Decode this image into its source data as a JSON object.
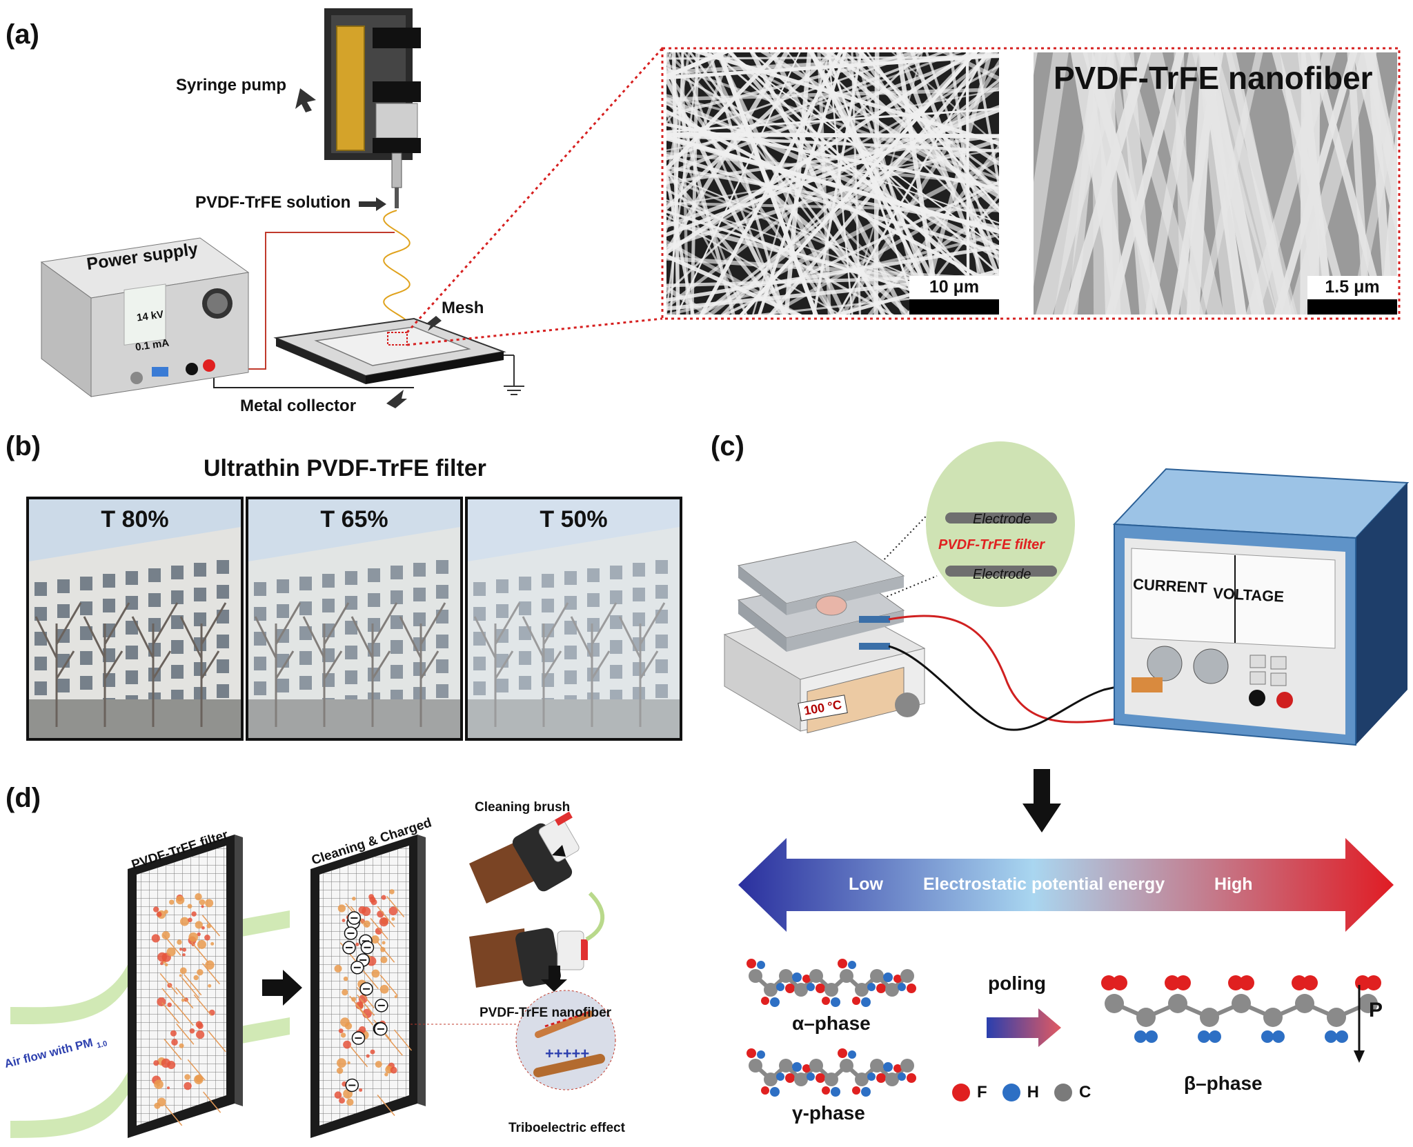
{
  "panel_a": {
    "letter": "(a)",
    "syringe_pump": "Syringe pump",
    "solution": "PVDF-TrFE solution",
    "power_supply": "Power supply",
    "readout_kv": "14 kV",
    "readout_ma": "0.1 mA",
    "mesh": "Mesh",
    "collector": "Metal collector",
    "sem_title": "PVDF-TrFE nanofiber",
    "scale1": "10 μm",
    "scale2": "1.5 μm"
  },
  "panel_b": {
    "letter": "(b)",
    "title": "Ultrathin PVDF-TrFE filter",
    "photos": [
      {
        "label": "T 80%",
        "haze": 0.22
      },
      {
        "label": "T 65%",
        "haze": 0.38
      },
      {
        "label": "T 50%",
        "haze": 0.55
      }
    ]
  },
  "panel_c": {
    "letter": "(c)",
    "electrode_top": "Electrode",
    "filter": "PVDF-TrFE filter",
    "electrode_bottom": "Electrode",
    "hotplate_temp": "100 °C",
    "current": "CURRENT",
    "voltage": "VOLTAGE"
  },
  "panel_energy": {
    "low": "Low",
    "middle": "Electrostatic potential energy",
    "high": "High",
    "alpha": "α–phase",
    "gamma": "γ-phase",
    "poling": "poling",
    "beta": "β–phase",
    "polarization": "P",
    "legend": [
      {
        "label": "F",
        "color": "#e02020"
      },
      {
        "label": "H",
        "color": "#2d6fc4"
      },
      {
        "label": "C",
        "color": "#7a7a7a"
      }
    ]
  },
  "panel_d": {
    "letter": "(d)",
    "filter": "PVDF-TrFE filter",
    "cleaning": "Cleaning & Charged",
    "brush": "Cleaning brush",
    "nanofiber": "PVDF-TrFE nanofiber",
    "airflow": "Air flow with PM",
    "airflow_sub": "1.0",
    "tribo": "Triboelectric effect"
  }
}
